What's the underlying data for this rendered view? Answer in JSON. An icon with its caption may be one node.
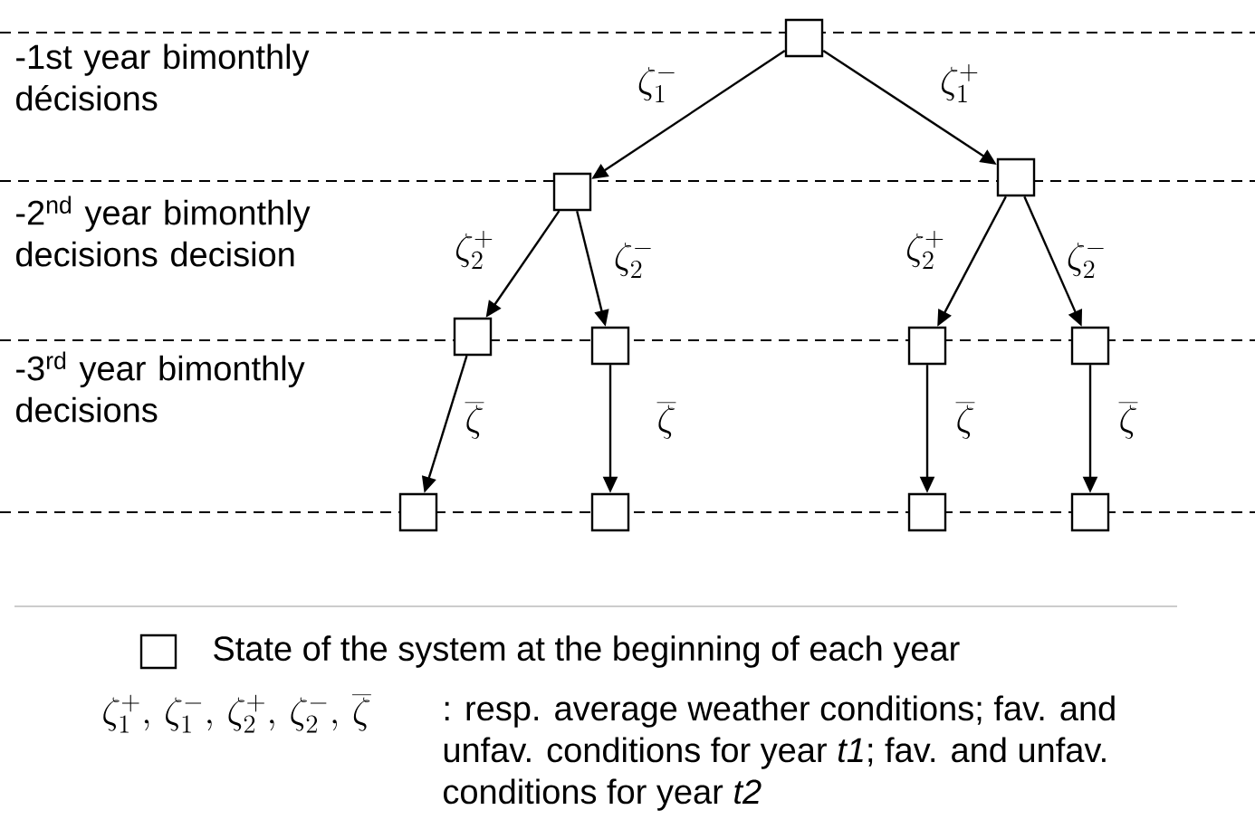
{
  "diagram": {
    "nodes": [
      {
        "text": [],
        "shape": "box"
      },
      {
        "text": [],
        "shape": "box"
      },
      {
        "text": [],
        "shape": "box"
      },
      {
        "text": [],
        "shape": "box"
      },
      {
        "text": [],
        "shape": "box"
      },
      {
        "text": [],
        "shape": "box"
      },
      {
        "text": [],
        "shape": "box"
      },
      {
        "text": [],
        "shape": "box"
      },
      {
        "text": [],
        "shape": "box"
      },
      {
        "text": [],
        "shape": "box"
      },
      {
        "text": [],
        "shape": "box"
      }
    ],
    "edges": [
      {
        "from": 0,
        "to": 1,
        "arrow": "to",
        "label": "\\zeta_1^-"
      },
      {
        "from": 0,
        "to": 2,
        "arrow": "to",
        "label": "\\zeta_1^+"
      },
      {
        "from": 1,
        "to": 3,
        "arrow": "to",
        "label": "\\zeta_2^+"
      },
      {
        "from": 1,
        "to": 4,
        "arrow": "to",
        "label": "\\zeta_2^-"
      },
      {
        "from": 2,
        "to": 5,
        "arrow": "to",
        "label": "\\zeta_2^+"
      },
      {
        "from": 2,
        "to": 6,
        "arrow": "to",
        "label": "\\zeta_2^-"
      },
      {
        "from": 3,
        "to": 7,
        "arrow": "to",
        "label": "\\overline{\\zeta}"
      },
      {
        "from": 4,
        "to": 8,
        "arrow": "to",
        "label": "\\overline{\\zeta}"
      },
      {
        "from": 5,
        "to": 9,
        "arrow": "to",
        "label": "\\overline{\\zeta}"
      },
      {
        "from": 6,
        "to": 10,
        "arrow": "to",
        "label": "\\overline{\\zeta}"
      }
    ],
    "labels": [
      "-1st year bimonthly décisions",
      "-2$^{nd}$ year bimonthly decisions decision",
      "-3$^{rd}$ year bimonthly decisions",
      "\\zeta_1^+,\\, \\zeta_1^-,\\, \\zeta_2^+,\\, \\zeta_2^-,\\, \\overline{\\zeta}"
    ],
    "legend": [
      {
        "text": "State of the system at the beginning of each year"
      },
      {
        "text": ": resp. average weather conditions; fav. and unfav. conditions for year *t1*; fav. and unfav. conditions for year *t2*"
      }
    ]
  }
}
